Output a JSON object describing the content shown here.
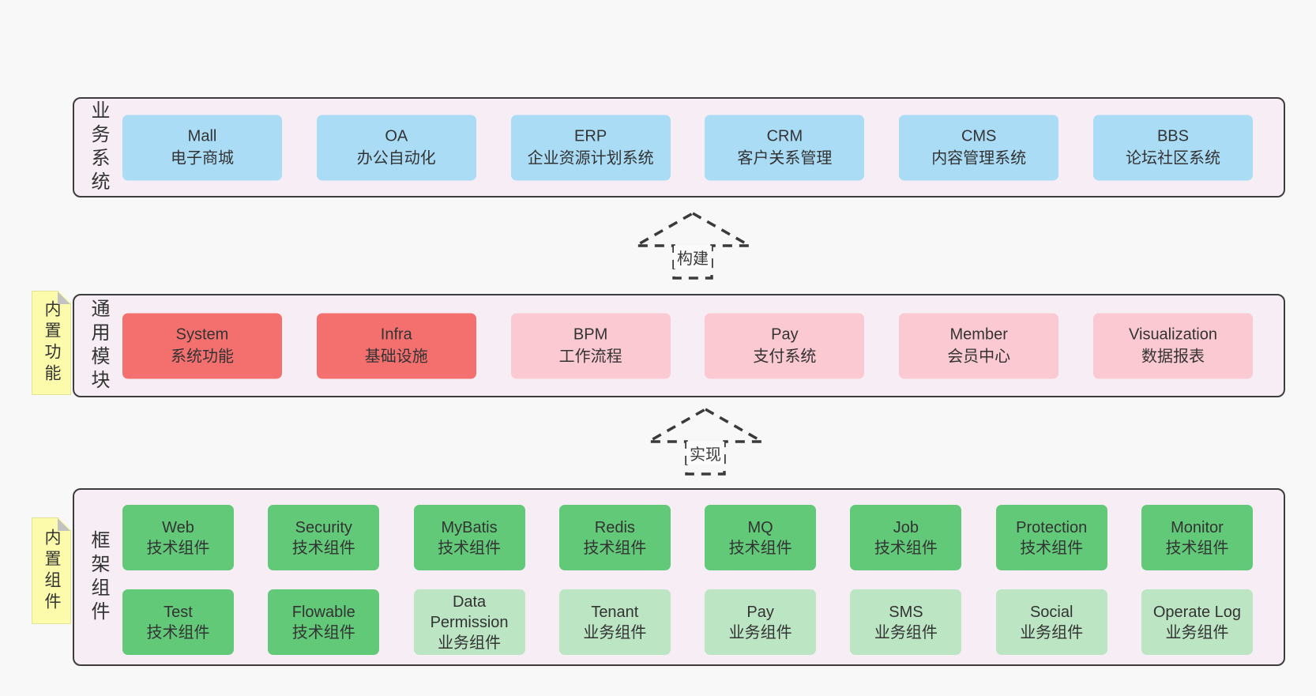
{
  "colors": {
    "page_bg": "#f8f8f8",
    "band_bg": "#f7edf5",
    "band_border": "#3d3d3d",
    "blue_box": "#aadcf6",
    "red_box": "#f3706f",
    "pink_box": "#fac9d1",
    "green_box": "#62c979",
    "light_green_box": "#bce5c4",
    "sticky_bg": "#fbfbab",
    "sticky_fold": "#c2c2c2",
    "text": "#333333"
  },
  "arrows": [
    {
      "label": "构建"
    },
    {
      "label": "实现"
    }
  ],
  "bands": [
    {
      "label": "业务系统",
      "boxes": [
        {
          "name": "Mall",
          "subtitle": "电子商城",
          "color": "blue"
        },
        {
          "name": "OA",
          "subtitle": "办公自动化",
          "color": "blue"
        },
        {
          "name": "ERP",
          "subtitle": "企业资源计划系统",
          "color": "blue"
        },
        {
          "name": "CRM",
          "subtitle": "客户关系管理",
          "color": "blue"
        },
        {
          "name": "CMS",
          "subtitle": "内容管理系统",
          "color": "blue"
        },
        {
          "name": "BBS",
          "subtitle": "论坛社区系统",
          "color": "blue"
        }
      ]
    },
    {
      "label": "通用模块",
      "sticky": "内置功能",
      "boxes": [
        {
          "name": "System",
          "subtitle": "系统功能",
          "color": "red"
        },
        {
          "name": "Infra",
          "subtitle": "基础设施",
          "color": "red"
        },
        {
          "name": "BPM",
          "subtitle": "工作流程",
          "color": "pink"
        },
        {
          "name": "Pay",
          "subtitle": "支付系统",
          "color": "pink"
        },
        {
          "name": "Member",
          "subtitle": "会员中心",
          "color": "pink"
        },
        {
          "name": "Visualization",
          "subtitle": "数据报表",
          "color": "pink"
        }
      ]
    },
    {
      "label": "框架组件",
      "sticky": "内置组件",
      "rows": [
        [
          {
            "name": "Web",
            "subtitle": "技术组件",
            "color": "green"
          },
          {
            "name": "Security",
            "subtitle": "技术组件",
            "color": "green"
          },
          {
            "name": "MyBatis",
            "subtitle": "技术组件",
            "color": "green"
          },
          {
            "name": "Redis",
            "subtitle": "技术组件",
            "color": "green"
          },
          {
            "name": "MQ",
            "subtitle": "技术组件",
            "color": "green"
          },
          {
            "name": "Job",
            "subtitle": "技术组件",
            "color": "green"
          },
          {
            "name": "Protection",
            "subtitle": "技术组件",
            "color": "green"
          },
          {
            "name": "Monitor",
            "subtitle": "技术组件",
            "color": "green"
          }
        ],
        [
          {
            "name": "Test",
            "subtitle": "技术组件",
            "color": "green"
          },
          {
            "name": "Flowable",
            "subtitle": "技术组件",
            "color": "green"
          },
          {
            "name": "Data Permission",
            "subtitle": "业务组件",
            "color": "lightgreen"
          },
          {
            "name": "Tenant",
            "subtitle": "业务组件",
            "color": "lightgreen"
          },
          {
            "name": "Pay",
            "subtitle": "业务组件",
            "color": "lightgreen"
          },
          {
            "name": "SMS",
            "subtitle": "业务组件",
            "color": "lightgreen"
          },
          {
            "name": "Social",
            "subtitle": "业务组件",
            "color": "lightgreen"
          },
          {
            "name": "Operate Log",
            "subtitle": "业务组件",
            "color": "lightgreen"
          }
        ]
      ]
    }
  ]
}
